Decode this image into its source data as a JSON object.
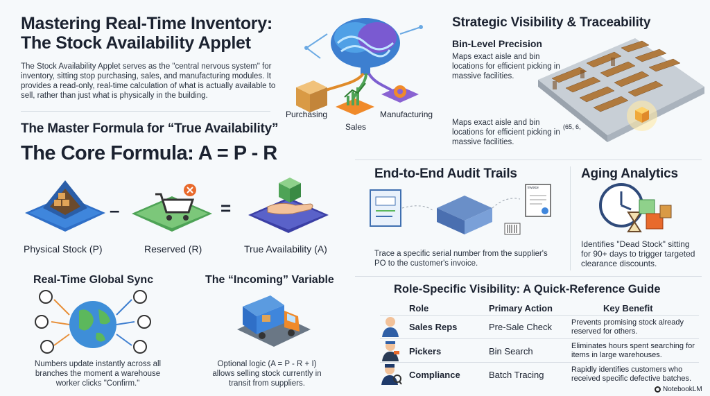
{
  "left": {
    "title_line1": "Mastering Real-Time Inventory:",
    "title_line2": "The Stock Availability Applet",
    "intro": "The Stock Availability Applet serves as the \"central nervous system\" for inventory, sitting stop purchasing, sales, and manufacturing modules. It provides a read-only, real-time calculation of what is actually available to sell, rather than just what is physically in the building.",
    "brain_labels": {
      "purchasing": "Purchasing",
      "sales": "Sales",
      "manufacturing": "Manufacturing"
    },
    "formula_heading": "The Master Formula for “True Availability”",
    "core_formula": "The Core Formula: A = P - R",
    "formula_items": {
      "physical": "Physical Stock (P)",
      "reserved": "Reserved (R)",
      "available": "True Availability (A)",
      "minus": "–",
      "equals": "="
    },
    "sync": {
      "title": "Real-Time Global Sync",
      "text": "Numbers update instantly across all branches the moment a warehouse worker clicks \"Confirm.\""
    },
    "incoming": {
      "title": "The “Incoming” Variable",
      "text": "Optional logic (A = P - R + I) allows selling stock currently in transit from suppliers."
    }
  },
  "right": {
    "visibility_title": "Strategic Visibility & Traceability",
    "bin": {
      "title": "Bin-Level Precision",
      "text1": "Maps exact aisle and bin locations for efficient picking in massive facilities.",
      "text2": "Maps exact aisle and bin locations for efficient picking in massive facilities.",
      "coord_label": "(65, 6,"
    },
    "audit": {
      "title": "End-to-End Audit Trails",
      "text": "Trace a specific serial number from the supplier's PO to the customer's invoice.",
      "invoice_label": "Invoice"
    },
    "aging": {
      "title": "Aging Analytics",
      "text": "Identifies \"Dead Stock\" sitting for 90+ days to trigger targeted clearance discounts."
    },
    "roles": {
      "title": "Role-Specific Visibility: A Quick-Reference Guide",
      "headers": [
        "Role",
        "Primary Action",
        "Key Benefit"
      ],
      "rows": [
        {
          "role": "Sales Reps",
          "action": "Pre-Sale Check",
          "benefit": "Prevents promising stock already reserved for others."
        },
        {
          "role": "Pickers",
          "action": "Bin Search",
          "benefit": "Eliminates hours spent searching for items in large warehouses."
        },
        {
          "role": "Compliance",
          "action": "Batch Tracing",
          "benefit": "Rapidly identifies customers who received specific defective batches."
        }
      ]
    }
  },
  "footer": {
    "brand": "NotebookLM"
  },
  "colors": {
    "blue": "#3a7bd5",
    "green": "#5cb85c",
    "purple": "#5b4bb7",
    "orange": "#e88a2a"
  }
}
